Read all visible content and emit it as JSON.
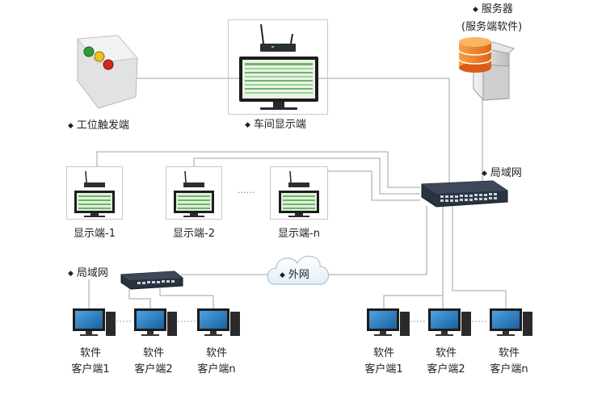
{
  "server": {
    "bullet": "◆",
    "label": "服务器",
    "sublabel": "(服务端软件)"
  },
  "workstation_trigger": {
    "bullet": "◆",
    "label": "工位触发端"
  },
  "workshop_display": {
    "bullet": "◆",
    "label": "车间显示端"
  },
  "lan_switch_main": {
    "bullet": "◆",
    "label": "局域网"
  },
  "displays": [
    {
      "label": "显示端-1"
    },
    {
      "label": "显示端-2"
    },
    {
      "label": "显示端-n"
    }
  ],
  "displays_ellipsis": "......",
  "lan_left": {
    "bullet": "◆",
    "label": "局域网"
  },
  "internet": {
    "bullet": "◆",
    "label": "外网"
  },
  "clients_left": [
    {
      "line1": "软件",
      "line2": "客户端1"
    },
    {
      "line1": "软件",
      "line2": "客户端2"
    },
    {
      "line1": "软件",
      "line2": "客户端n"
    }
  ],
  "clients_right": [
    {
      "line1": "软件",
      "line2": "客户端1"
    },
    {
      "line1": "软件",
      "line2": "客户端2"
    },
    {
      "line1": "软件",
      "line2": "客户端n"
    }
  ],
  "colors": {
    "line": "#9aa3ad",
    "switch_body": "#2a3340",
    "server_orange": "#f0801e",
    "monitor_screen": "#2f86c8",
    "trigger_box": "#e6e6e6"
  }
}
